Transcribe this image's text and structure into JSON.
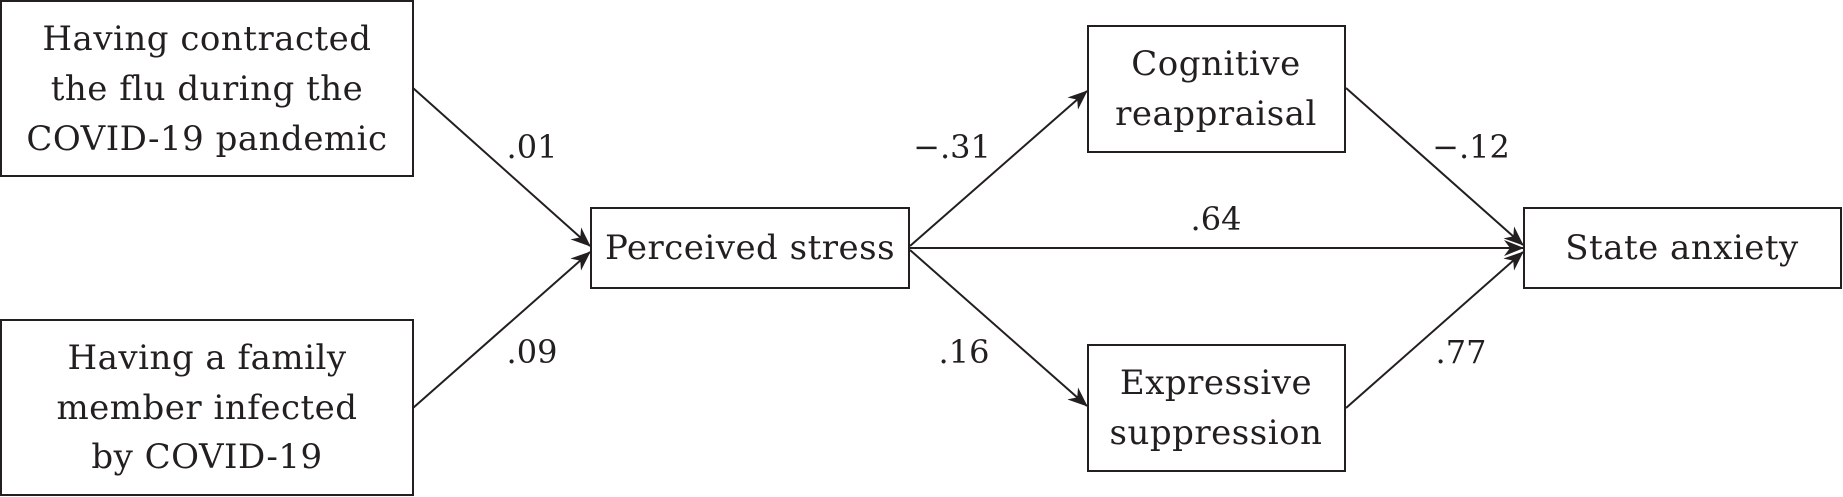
{
  "colors": {
    "ink": "#231f20",
    "background": "#ffffff"
  },
  "nodes": {
    "flu": [
      "Having contracted",
      "the flu during the",
      "COVID-19 pandemic"
    ],
    "family": [
      "Having a family",
      "member infected",
      "by COVID-19"
    ],
    "stress": [
      "Perceived stress"
    ],
    "cognitive": [
      "Cognitive",
      "reappraisal"
    ],
    "expressive": [
      "Expressive",
      "suppression"
    ],
    "anxiety": [
      "State anxiety"
    ]
  },
  "edges": {
    "flu_stress": ".01",
    "family_stress": ".09",
    "stress_cognitive": "−.31",
    "stress_anxiety": ".64",
    "stress_expressive": ".16",
    "cognitive_anxiety": "−.12",
    "expressive_anxiety": ".77"
  }
}
